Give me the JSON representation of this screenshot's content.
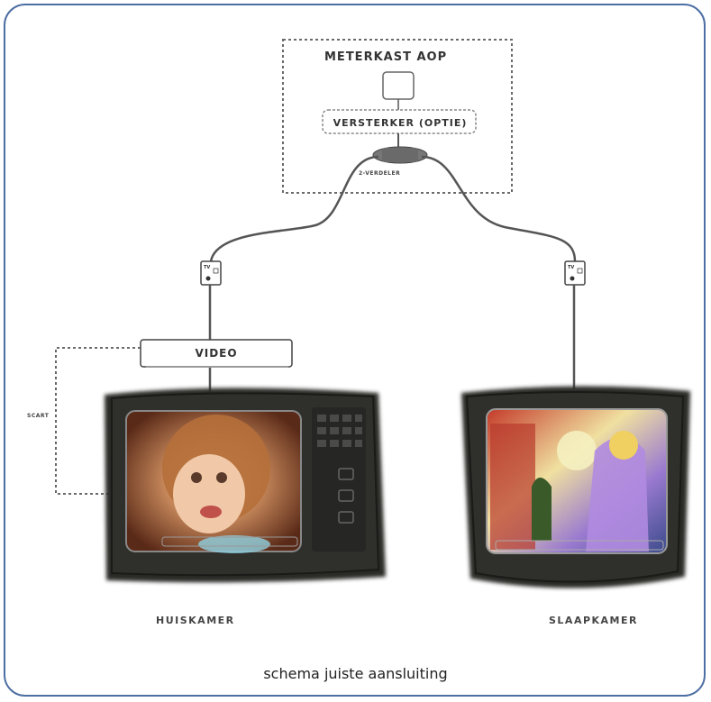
{
  "diagram": {
    "meter_box_label": "METERKAST AOP",
    "amplifier_label": "VERSTERKER (OPTIE)",
    "splitter_label": "2-VERDELER",
    "video_label": "VIDEO",
    "scart_label": "SCART",
    "wall_socket_label": "TV",
    "room_left_label": "HUISKAMER",
    "room_right_label": "SLAAPKAMER",
    "caption": "schema juiste aansluiting"
  },
  "colors": {
    "frame": "#4d6fa3",
    "dotted_box": "#6a6a6a",
    "cable": "#555555",
    "tv_body": "#2a2a28"
  }
}
